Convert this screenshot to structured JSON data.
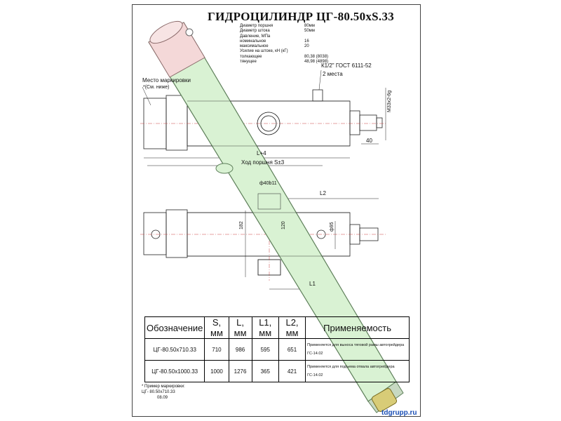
{
  "title": "ГИДРОЦИЛИНДР ЦГ-80.50хS.33",
  "specs": [
    {
      "k": "Диаметр поршня",
      "v": "80мм"
    },
    {
      "k": "Диаметр штока",
      "v": "50мм"
    },
    {
      "k": "Давление, МПа",
      "v": ""
    },
    {
      "k": "номинальное",
      "v": "16"
    },
    {
      "k": "максимальное",
      "v": "20"
    },
    {
      "k": "Усилие на штоке, кН (кГ)",
      "v": ""
    },
    {
      "k": "толкающее",
      "v": "80,38 (8038)"
    },
    {
      "k": "тянущее",
      "v": "48,98 (4898)"
    }
  ],
  "labels": {
    "marking_place": "Место маркировки",
    "see_below": "*(См. ниже)",
    "port": "К1/2\" ГОСТ 6111-52",
    "two_places": "2 места",
    "thread": "М33х2-6g",
    "dim_40": "40",
    "dim_l4": "L+4",
    "stroke": "Ход поршня S±3",
    "dia_40b11": "ф40b11",
    "dim_l2": "L2",
    "dim_182": "182",
    "dim_120": "120",
    "dia_95": "ф95",
    "dim_l1": "L1"
  },
  "table": {
    "headers": [
      "Обозначение",
      "S, мм",
      "L, мм",
      "L1, мм",
      "L2, мм",
      "Применяемость"
    ],
    "rows": [
      [
        "ЦГ-80.50х710.33",
        "710",
        "986",
        "595",
        "651",
        "Применяется для выноса тяговой рамы автогрейдера ГС-14.02"
      ],
      [
        "ЦГ-80.50х1000.33",
        "1000",
        "1276",
        "365",
        "421",
        "Применяется для подъема отвала автогрейдера ГС-14.02"
      ]
    ]
  },
  "note": {
    "line1": "* Пример маркировки:",
    "line2": "ЦГ- 80.50х710.33",
    "line3": "08.09"
  },
  "site": "tdgrupp.ru",
  "colors": {
    "body_fill": "#d9f2d3",
    "body_stroke": "#5e7f5a",
    "cap_fill": "#f4d8d8",
    "brass": "#d8cc77",
    "link": "#1a4fb5"
  }
}
